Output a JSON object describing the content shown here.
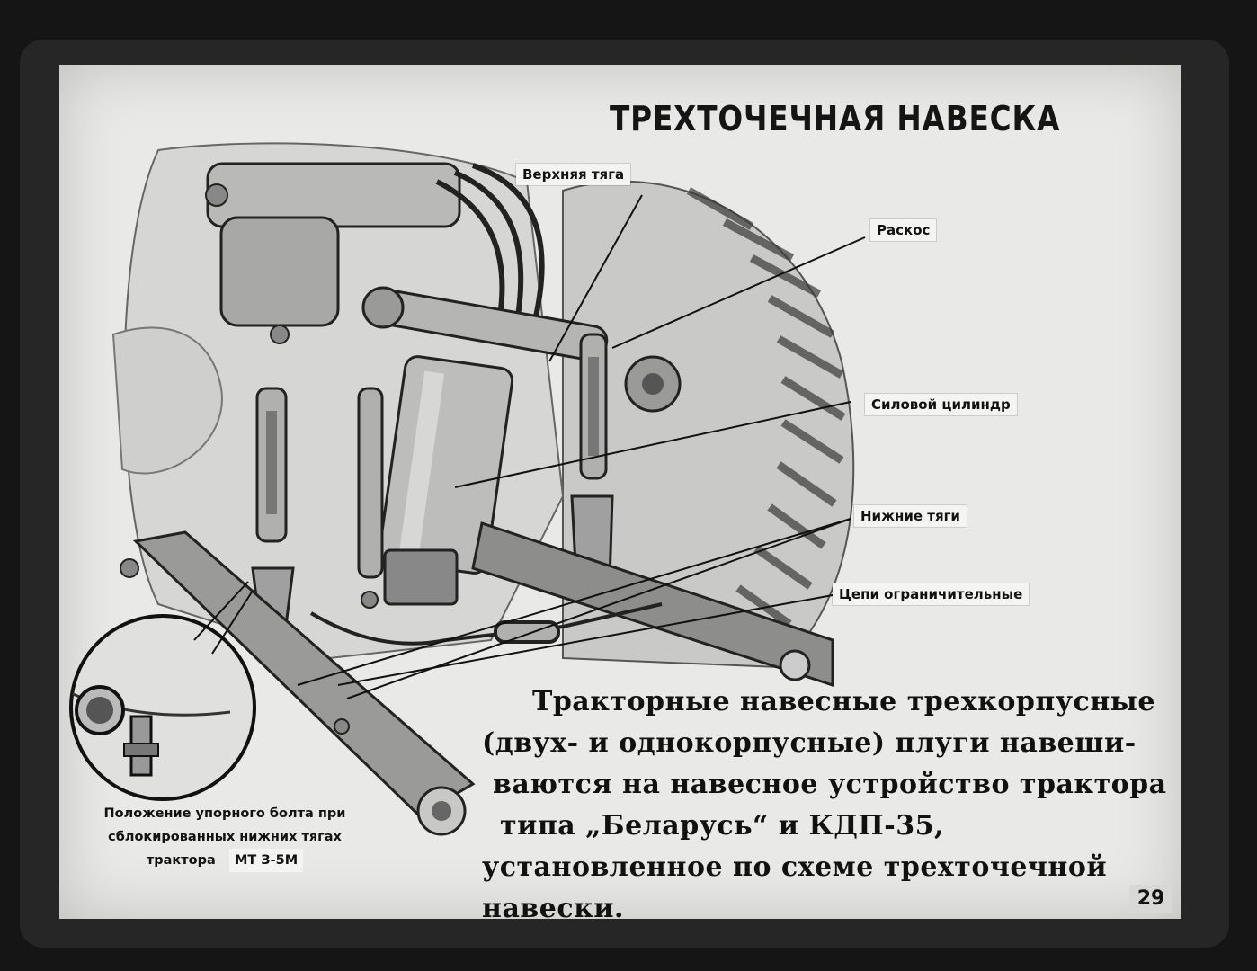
{
  "slide": {
    "title": "ТРЕХТОЧЕЧНАЯ НАВЕСКА",
    "labels": {
      "upper_link": "Верхняя тяга",
      "brace": "Раскос",
      "power_cylinder": "Силовой цилиндр",
      "lower_links": "Нижние тяги",
      "limit_chains": "Цепи ограничительные"
    },
    "inset_caption": {
      "line1": "Положение упорного болта при",
      "line2": "сблокированных нижних тягах",
      "line3": "трактора",
      "model": "МТ З-5М"
    },
    "description": {
      "line1": "Тракторные навесные трехкорпусные",
      "line2": "(двух- и однокорпусные) плуги навеши-",
      "line3": "ваются на навесное устройство трактора",
      "line4": "типа „Беларусь“ и КДП-35,",
      "line5": "установленное  по  схеме трехточечной",
      "line6": "навески."
    },
    "page_number": "29"
  }
}
